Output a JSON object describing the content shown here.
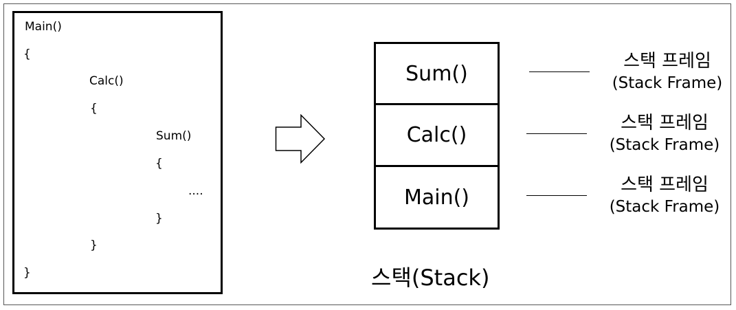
{
  "code": {
    "lines": [
      "Main()",
      "{",
      "Calc()",
      "{",
      "Sum()",
      "{",
      "....",
      "}",
      "}",
      "}"
    ]
  },
  "stack": {
    "frames": [
      "Sum()",
      "Calc()",
      "Main()"
    ],
    "caption": "스택(Stack)"
  },
  "frame_labels": [
    {
      "ko": "스택 프레임",
      "en": "(Stack Frame)"
    },
    {
      "ko": "스택 프레임",
      "en": "(Stack Frame)"
    },
    {
      "ko": "스택 프레임",
      "en": "(Stack Frame)"
    }
  ]
}
